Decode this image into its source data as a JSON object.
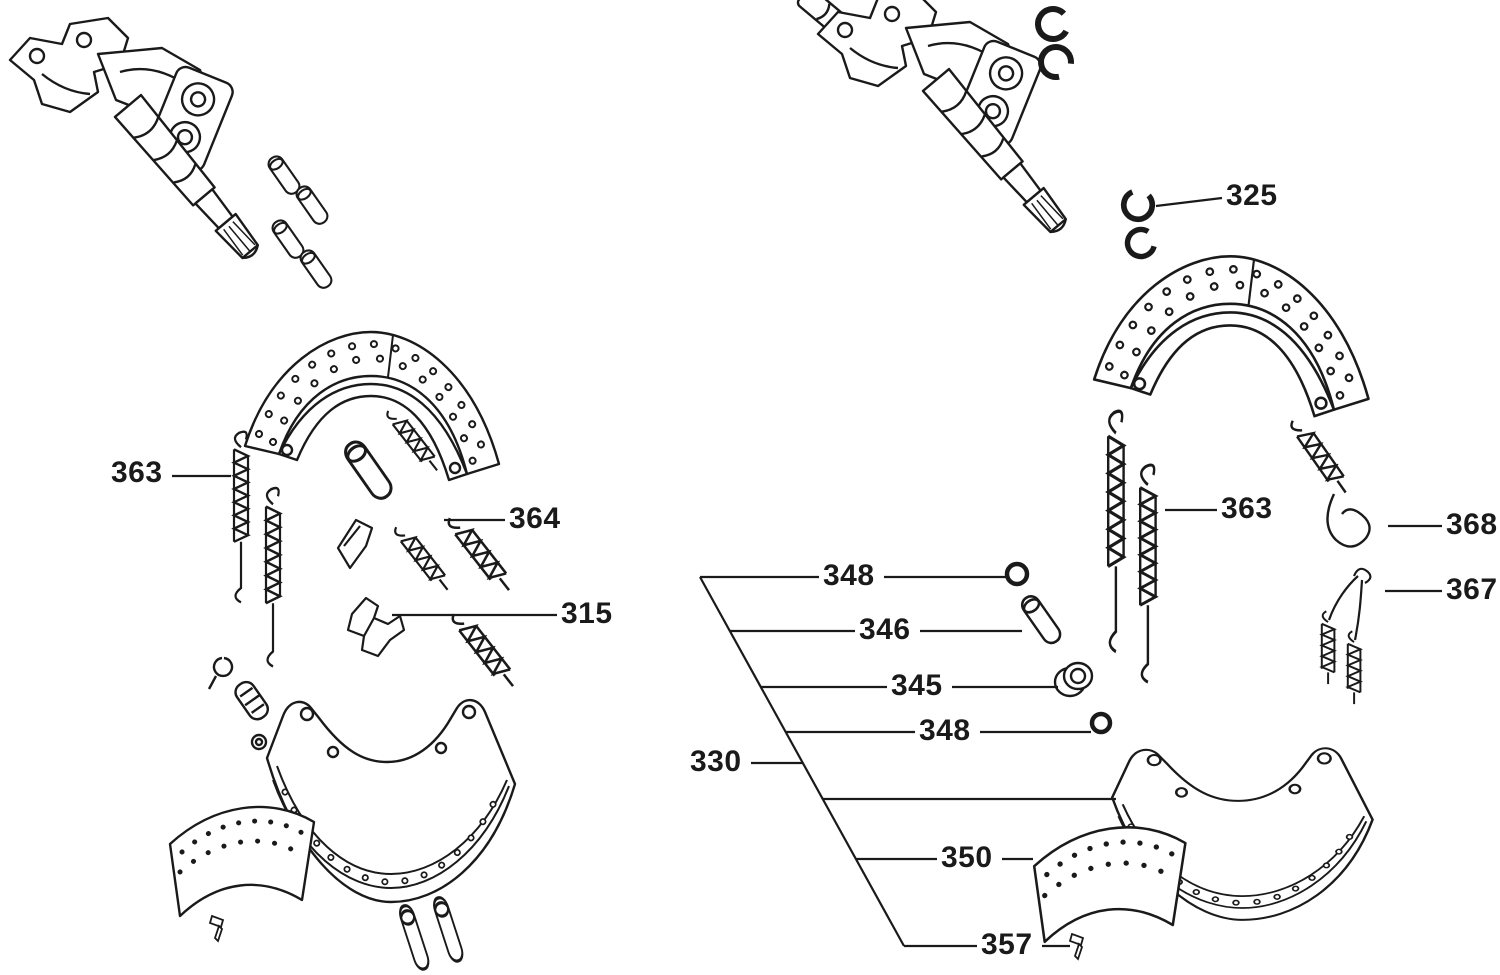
{
  "colors": {
    "ink": "#1a1a1a",
    "background": "#ffffff"
  },
  "labels": [
    {
      "id": "left-363",
      "text": "363"
    },
    {
      "id": "left-364",
      "text": "364"
    },
    {
      "id": "left-315",
      "text": "315"
    },
    {
      "id": "right-325",
      "text": "325"
    },
    {
      "id": "right-363",
      "text": "363"
    },
    {
      "id": "right-368",
      "text": "368"
    },
    {
      "id": "right-367",
      "text": "367"
    },
    {
      "id": "right-348-upper",
      "text": "348"
    },
    {
      "id": "right-346",
      "text": "346"
    },
    {
      "id": "right-345",
      "text": "345"
    },
    {
      "id": "right-348-lower",
      "text": "348"
    },
    {
      "id": "right-330",
      "text": "330"
    },
    {
      "id": "right-350",
      "text": "350"
    },
    {
      "id": "right-357",
      "text": "357"
    }
  ]
}
